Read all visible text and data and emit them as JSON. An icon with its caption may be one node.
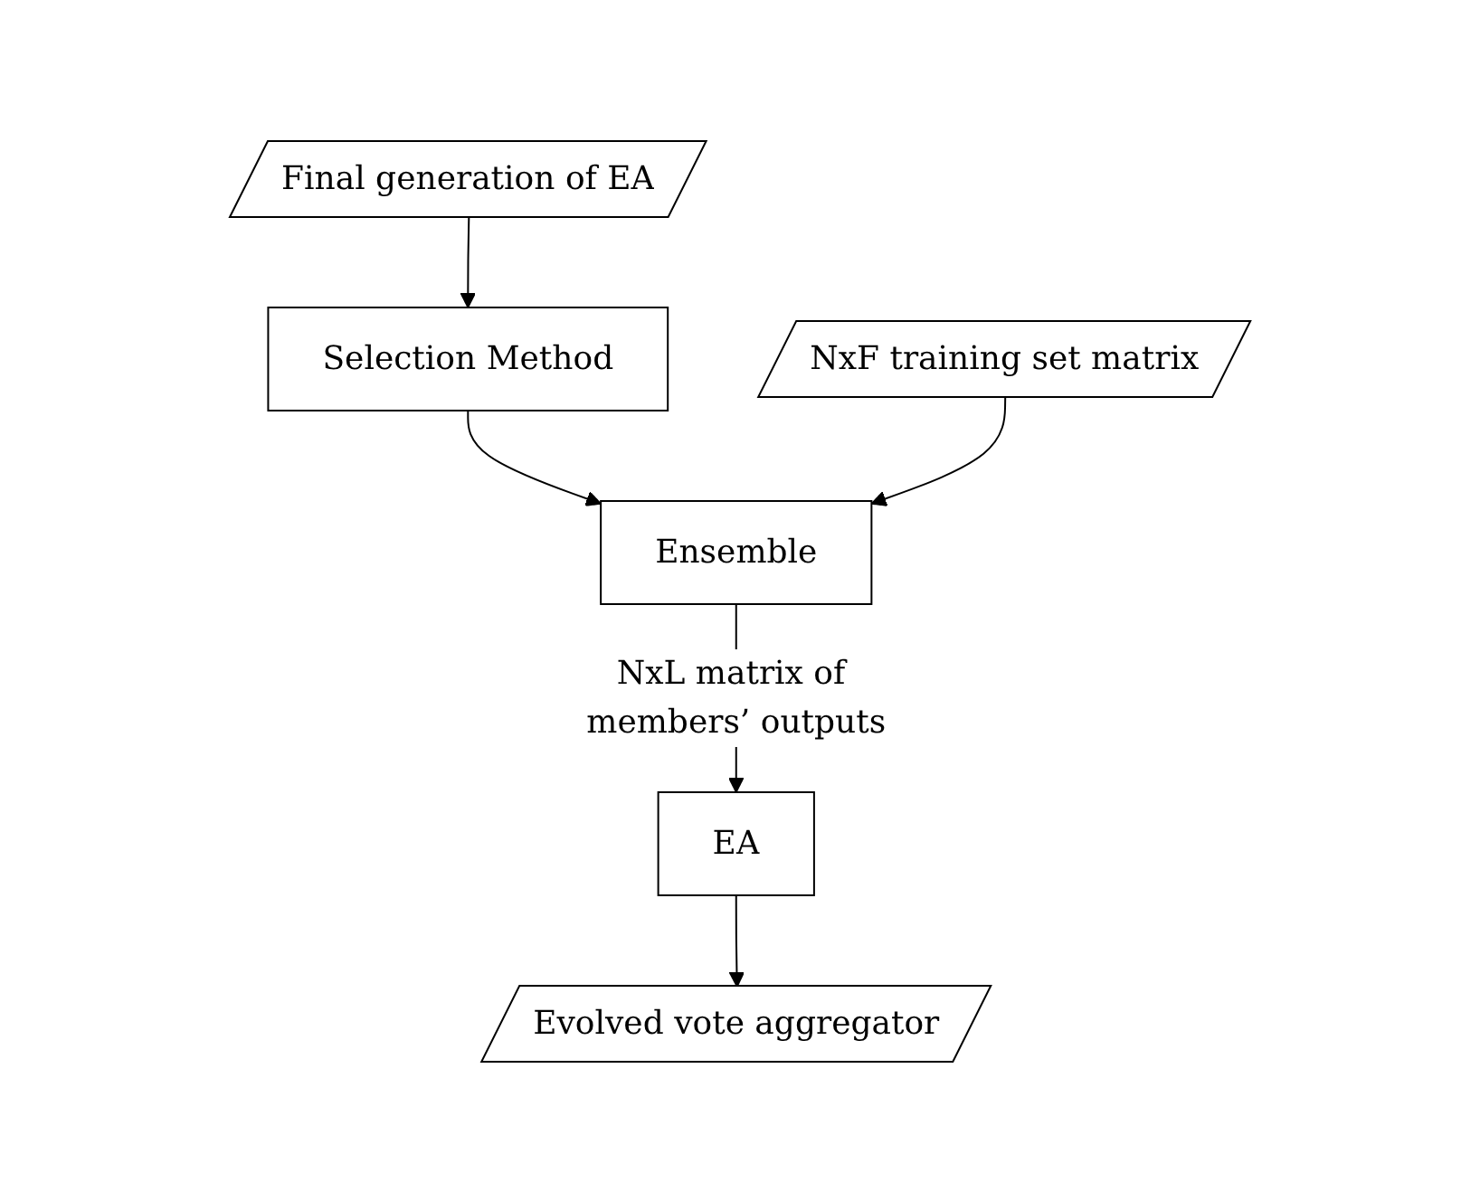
{
  "diagram": {
    "nodes": [
      {
        "text": [
          "Final generation of EA"
        ]
      },
      {
        "text": [
          "Selection Method"
        ]
      },
      {
        "text": [
          "Ensemble"
        ]
      },
      {
        "text": [
          "NxF training set matrix"
        ]
      },
      {
        "text": [
          "EA"
        ]
      },
      {
        "text": [
          "Evolved vote aggregator"
        ]
      }
    ],
    "edges": [
      {
        "from": 0,
        "to": 1,
        "arrow": "to"
      },
      {
        "from": 1,
        "to": 2,
        "arrow": "to"
      },
      {
        "from": 3,
        "to": 2,
        "arrow": "to"
      },
      {
        "from": 2,
        "to": 4,
        "arrow": "to",
        "label": "NxL matrix of members’ outputs"
      },
      {
        "from": 4,
        "to": 5,
        "arrow": "to"
      }
    ]
  }
}
